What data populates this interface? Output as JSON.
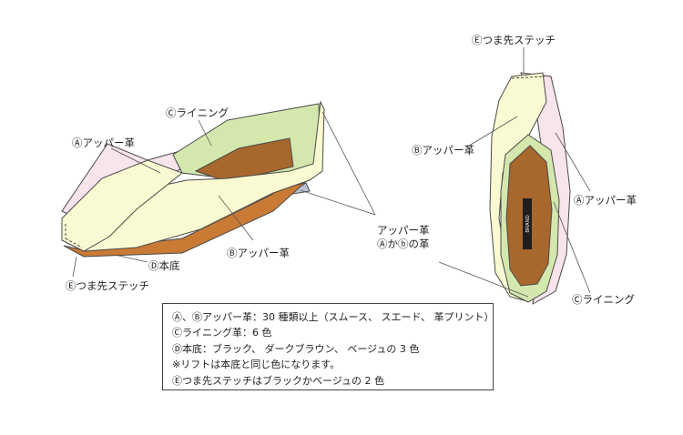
{
  "labels": {
    "left_lining": "Ⓒライニング",
    "left_upper_a": "Ⓐアッパー革",
    "left_upper_b": "Ⓑアッパー革",
    "left_sole": "Ⓓ本底",
    "left_toe_stitch": "Ⓔつま先ステッチ",
    "center_upper_1": "アッパー革",
    "center_upper_2": "Ⓐかⓑの革",
    "right_toe_stitch": "Ⓔつま先ステッチ",
    "right_upper_b": "Ⓑアッパー革",
    "right_upper_a": "Ⓐアッパー革",
    "right_lining": "Ⓒライニング"
  },
  "insole_brand": "BRAND",
  "legend": {
    "lines": [
      "Ⓐ、Ⓑアッパー革：30 種類以上（スムース、 スエード、 革プリント）",
      "Ⓒライニング革：6 色",
      "Ⓓ本底：ブラック、 ダークブラウン、 ベージュの 3 色",
      "※リフトは本底と同じ色になります。",
      "Ⓔつま先ステッチはブラックかベージュの 2 色"
    ]
  },
  "colors": {
    "upper_b": "#fafad2",
    "upper_a": "#f8e4ec",
    "lining": "#d4e8ae",
    "insole": "#a8672c",
    "sole": "#c97a35",
    "heel_lift": "#b9c3d6",
    "outline": "#4a4a4a"
  }
}
